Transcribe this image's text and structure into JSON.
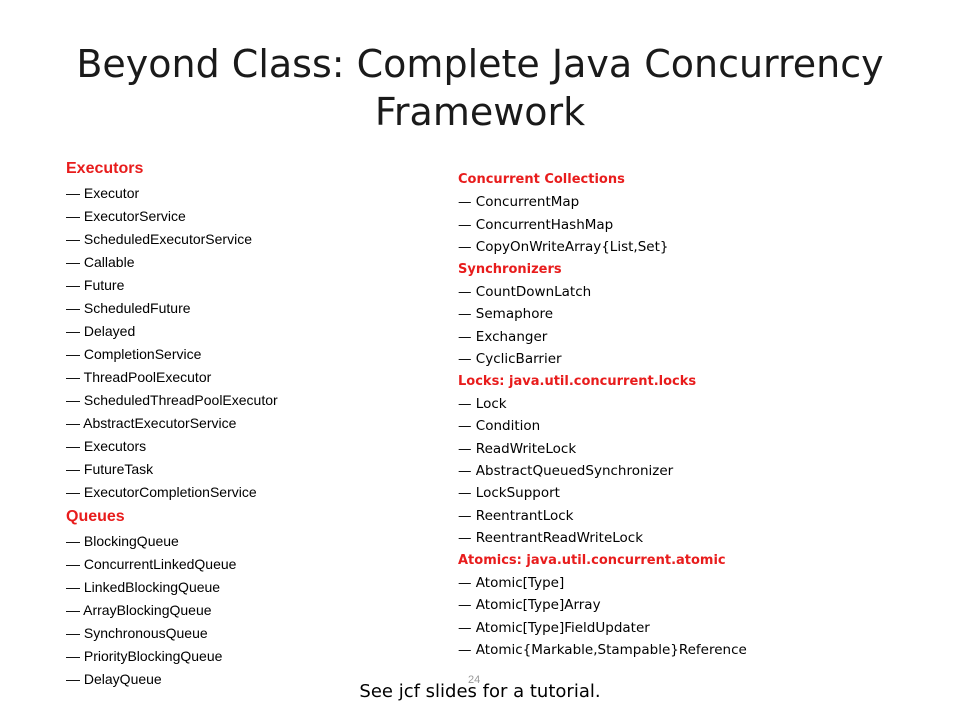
{
  "slide": {
    "title": "Beyond Class: Complete Java Concurrency Framework",
    "footer": "See jcf slides for a tutorial.",
    "page_number": "24"
  },
  "colors": {
    "heading": "#e81c1c",
    "text": "#000000"
  },
  "left_column": [
    {
      "heading": "Executors",
      "items": [
        "— Executor",
        "— ExecutorService",
        "— ScheduledExecutorService",
        "— Callable",
        "— Future",
        "— ScheduledFuture",
        "— Delayed",
        "— CompletionService",
        "— ThreadPoolExecutor",
        "— ScheduledThreadPoolExecutor",
        "— AbstractExecutorService",
        "— Executors",
        "— FutureTask",
        "— ExecutorCompletionService"
      ]
    },
    {
      "heading": "Queues",
      "items": [
        "— BlockingQueue",
        "— ConcurrentLinkedQueue",
        "— LinkedBlockingQueue",
        "— ArrayBlockingQueue",
        "— SynchronousQueue",
        "— PriorityBlockingQueue",
        "— DelayQueue"
      ]
    }
  ],
  "right_column": [
    {
      "heading": "Concurrent Collections",
      "items": [
        "— ConcurrentMap",
        "— ConcurrentHashMap",
        "— CopyOnWriteArray{List,Set}"
      ]
    },
    {
      "heading": "Synchronizers",
      "items": [
        "— CountDownLatch",
        "— Semaphore",
        "— Exchanger",
        "— CyclicBarrier"
      ]
    },
    {
      "heading": "Locks: java.util.concurrent.locks",
      "items": [
        "— Lock",
        "— Condition",
        "— ReadWriteLock",
        "— AbstractQueuedSynchronizer",
        "— LockSupport",
        "— ReentrantLock",
        "— ReentrantReadWriteLock"
      ]
    },
    {
      "heading": "Atomics: java.util.concurrent.atomic",
      "items": [
        "— Atomic[Type]",
        "— Atomic[Type]Array",
        "— Atomic[Type]FieldUpdater",
        "— Atomic{Markable,Stampable}Reference"
      ]
    }
  ]
}
